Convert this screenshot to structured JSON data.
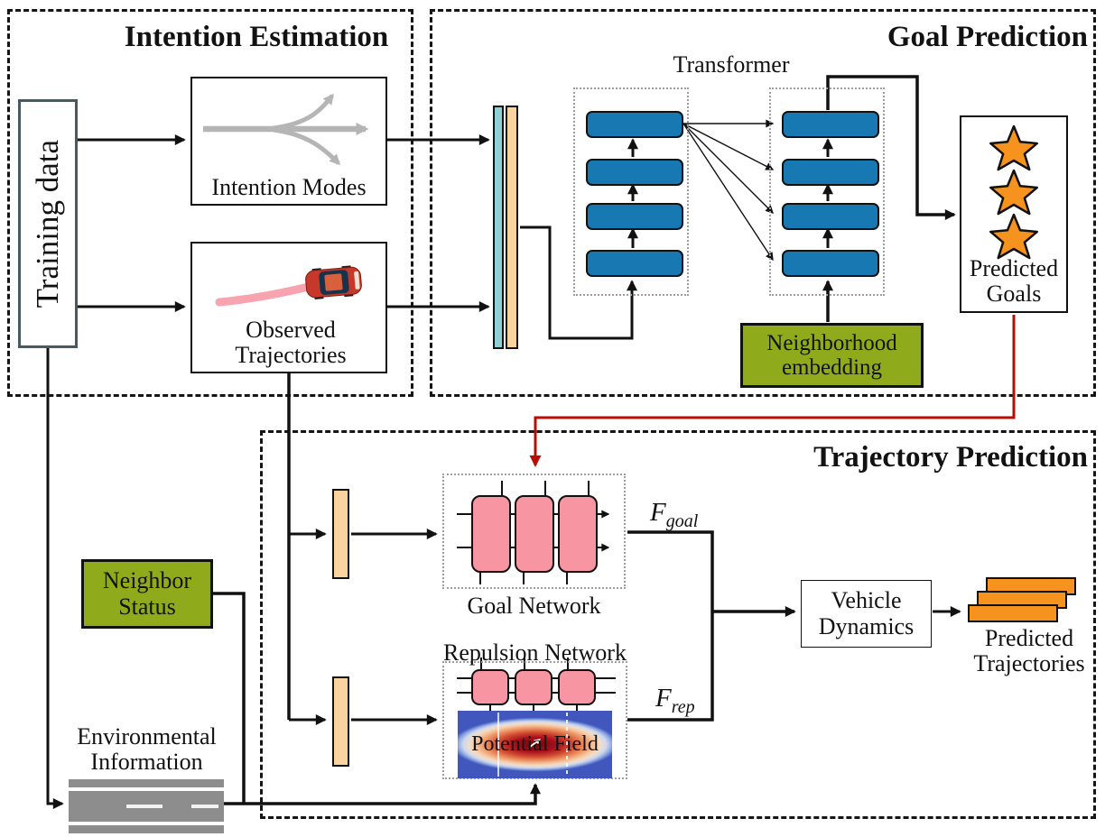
{
  "sections": {
    "intention_estimation": {
      "title": "Intention Estimation"
    },
    "goal_prediction": {
      "title": "Goal Prediction"
    },
    "trajectory_prediction": {
      "title": "Trajectory Prediction"
    }
  },
  "nodes": {
    "training_data": {
      "label": "Training data"
    },
    "intention_modes": {
      "label": "Intention Modes"
    },
    "observed_trajectories": {
      "label": "Observed Trajectories"
    },
    "transformer": {
      "label": "Transformer"
    },
    "neighborhood_embedding": {
      "label": "Neighborhood embedding"
    },
    "predicted_goals": {
      "label": "Predicted Goals"
    },
    "goal_network": {
      "label": "Goal Network"
    },
    "repulsion_network": {
      "label": "Repulsion Network"
    },
    "potential_field": {
      "label": "Potential Field"
    },
    "vehicle_dynamics": {
      "label": "Vehicle Dynamics"
    },
    "predicted_trajectories": {
      "label": "Predicted Trajectories"
    },
    "neighbor_status": {
      "label": "Neighbor Status"
    },
    "environmental_information": {
      "label": "Environmental Information"
    }
  },
  "annotations": {
    "f_goal": {
      "base": "F",
      "subscript": "goal"
    },
    "f_rep": {
      "base": "F",
      "subscript": "rep"
    }
  },
  "colors": {
    "block_blue": "#1878b2",
    "embedding_green": "#8fab1c",
    "network_pink": "#f895a2",
    "goal_orange": "#f6921e",
    "encoder_cyan": "#8ed0d6",
    "encoder_peach": "#fbd39e",
    "goal_flow_red": "#b70d02",
    "mode_arrow_gray": "#b5b5b5",
    "trajectory_pink": "#f8a3b0",
    "road_gray": "#8d8d8d"
  }
}
